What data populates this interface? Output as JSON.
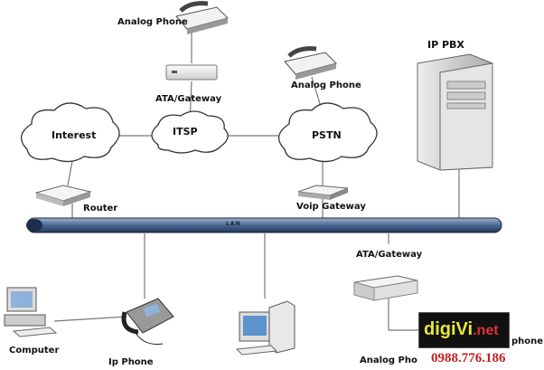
{
  "labels": {
    "analog_phone_top": "Analog Phone",
    "ata_gateway_top": "ATA/Gateway",
    "analog_phone_mid": "Analog Phone",
    "ip_pbx": "IP PBX",
    "interest": "Interest",
    "itsp": "ITSP",
    "pstn": "PSTN",
    "router": "Router",
    "voip_gateway": "Voip Gateway",
    "lan": "LAN",
    "ata_gateway_bottom": "ATA/Gateway",
    "computer": "Computer",
    "ip_phone": "Ip Phone",
    "analog_phone_bottom": "Analog Pho",
    "analog_phone_bottom_right": "phone"
  },
  "watermark": {
    "logo": "digiVi.net",
    "phone": "0988.776.186"
  },
  "colors": {
    "lan_bar": "#3d5a85",
    "logo_yellow": "#e8e83a",
    "phone_red": "#c81f1f"
  }
}
